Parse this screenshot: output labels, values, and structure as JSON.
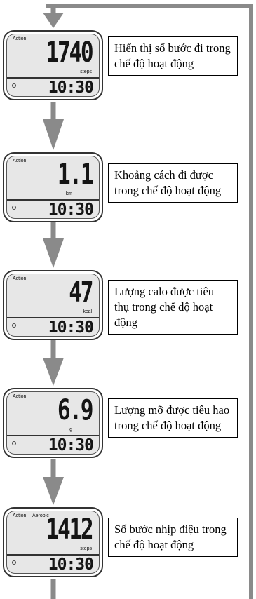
{
  "diagram": {
    "arrow_color": "#8a8a8a",
    "steps": [
      {
        "mode": "Action",
        "mode2": "",
        "value": "1740",
        "unit": "steps",
        "time": "10:30",
        "caption": "Hiển thị số bước đi trong chế độ hoạt động"
      },
      {
        "mode": "Action",
        "mode2": "",
        "value": "1.1",
        "unit": "km",
        "time": "10:30",
        "caption": "Khoảng cách đi được trong chế độ hoạt động"
      },
      {
        "mode": "Action",
        "mode2": "",
        "value": "47",
        "unit": "kcal",
        "time": "10:30",
        "caption": "Lượng calo được tiêu thụ trong chế độ hoạt động"
      },
      {
        "mode": "Action",
        "mode2": "",
        "value": "6.9",
        "unit": "g",
        "time": "10:30",
        "caption": "Lượng mỡ được tiêu hao trong chế độ hoạt động"
      },
      {
        "mode": "Action",
        "mode2": "Aerobic",
        "value": "1412",
        "unit": "steps",
        "time": "10:30",
        "caption": "Số bước nhịp điệu trong chế độ hoạt động"
      }
    ]
  }
}
